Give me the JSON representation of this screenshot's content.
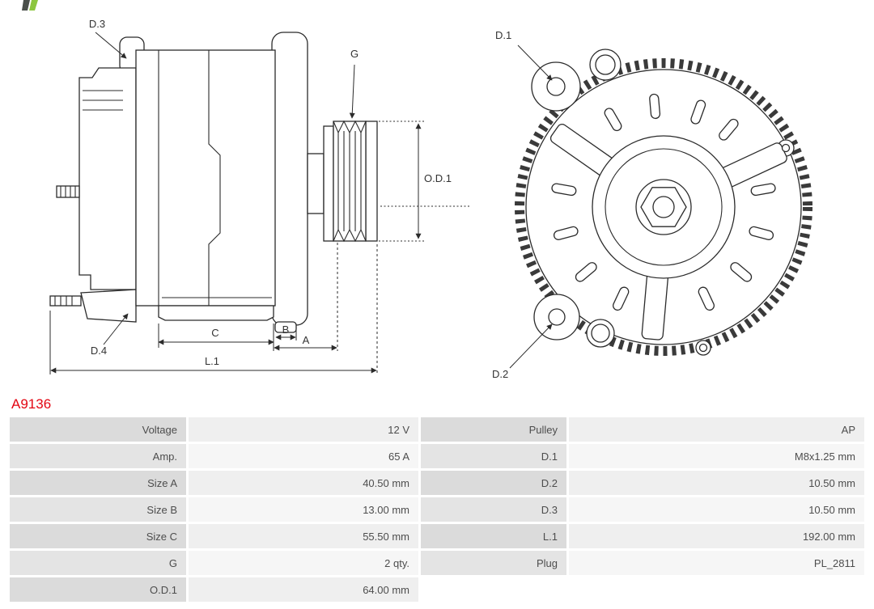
{
  "part_number": "A9136",
  "colors": {
    "part_number_red": "#e30613",
    "logo_green": "#8dc63f",
    "drawing_line": "#2b2b2b"
  },
  "drawing": {
    "side_view": {
      "labels": {
        "d3": "D.3",
        "d4": "D.4",
        "g": "G",
        "od1": "O.D.1",
        "c": "C",
        "b": "B",
        "a": "A",
        "l1": "L.1"
      }
    },
    "front_view": {
      "labels": {
        "d1": "D.1",
        "d2": "D.2"
      }
    }
  },
  "specs": {
    "rows": [
      {
        "label_left": "Voltage",
        "value_left": "12 V",
        "label_right": "Pulley",
        "value_right": "AP"
      },
      {
        "label_left": "Amp.",
        "value_left": "65 A",
        "label_right": "D.1",
        "value_right": "M8x1.25 mm"
      },
      {
        "label_left": "Size A",
        "value_left": "40.50 mm",
        "label_right": "D.2",
        "value_right": "10.50 mm"
      },
      {
        "label_left": "Size B",
        "value_left": "13.00 mm",
        "label_right": "D.3",
        "value_right": "10.50 mm"
      },
      {
        "label_left": "Size C",
        "value_left": "55.50 mm",
        "label_right": "L.1",
        "value_right": "192.00 mm"
      },
      {
        "label_left": "G",
        "value_left": "2 qty.",
        "label_right": "Plug",
        "value_right": "PL_2811"
      },
      {
        "label_left": "O.D.1",
        "value_left": "64.00 mm",
        "label_right": "",
        "value_right": ""
      }
    ]
  }
}
